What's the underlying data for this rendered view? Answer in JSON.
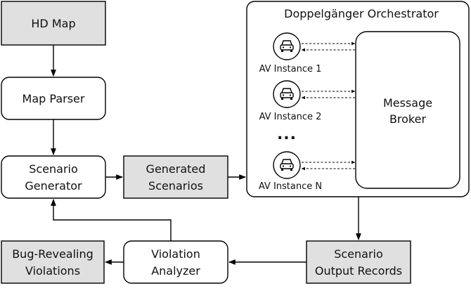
{
  "colors": {
    "input_box_fill": "#e0e0e0",
    "process_box_fill": "#ffffff",
    "stroke": "#000000"
  },
  "boxes": {
    "hd_map": "HD Map",
    "map_parser": "Map Parser",
    "scenario_generator": [
      "Scenario",
      "Generator"
    ],
    "generated_scenarios": [
      "Generated",
      "Scenarios"
    ],
    "bug_revealing_violations": [
      "Bug-Revealing",
      "Violations"
    ],
    "violation_analyzer": [
      "Violation",
      "Analyzer"
    ],
    "scenario_output_records": [
      "Scenario",
      "Output Records"
    ]
  },
  "orchestrator": {
    "title": "Doppelgänger Orchestrator",
    "message_broker": [
      "Message",
      "Broker"
    ],
    "ellipsis": "...",
    "instances": [
      "AV Instance 1",
      "AV Instance 2",
      "AV Instance N"
    ],
    "instance_icon": "car-icon"
  }
}
